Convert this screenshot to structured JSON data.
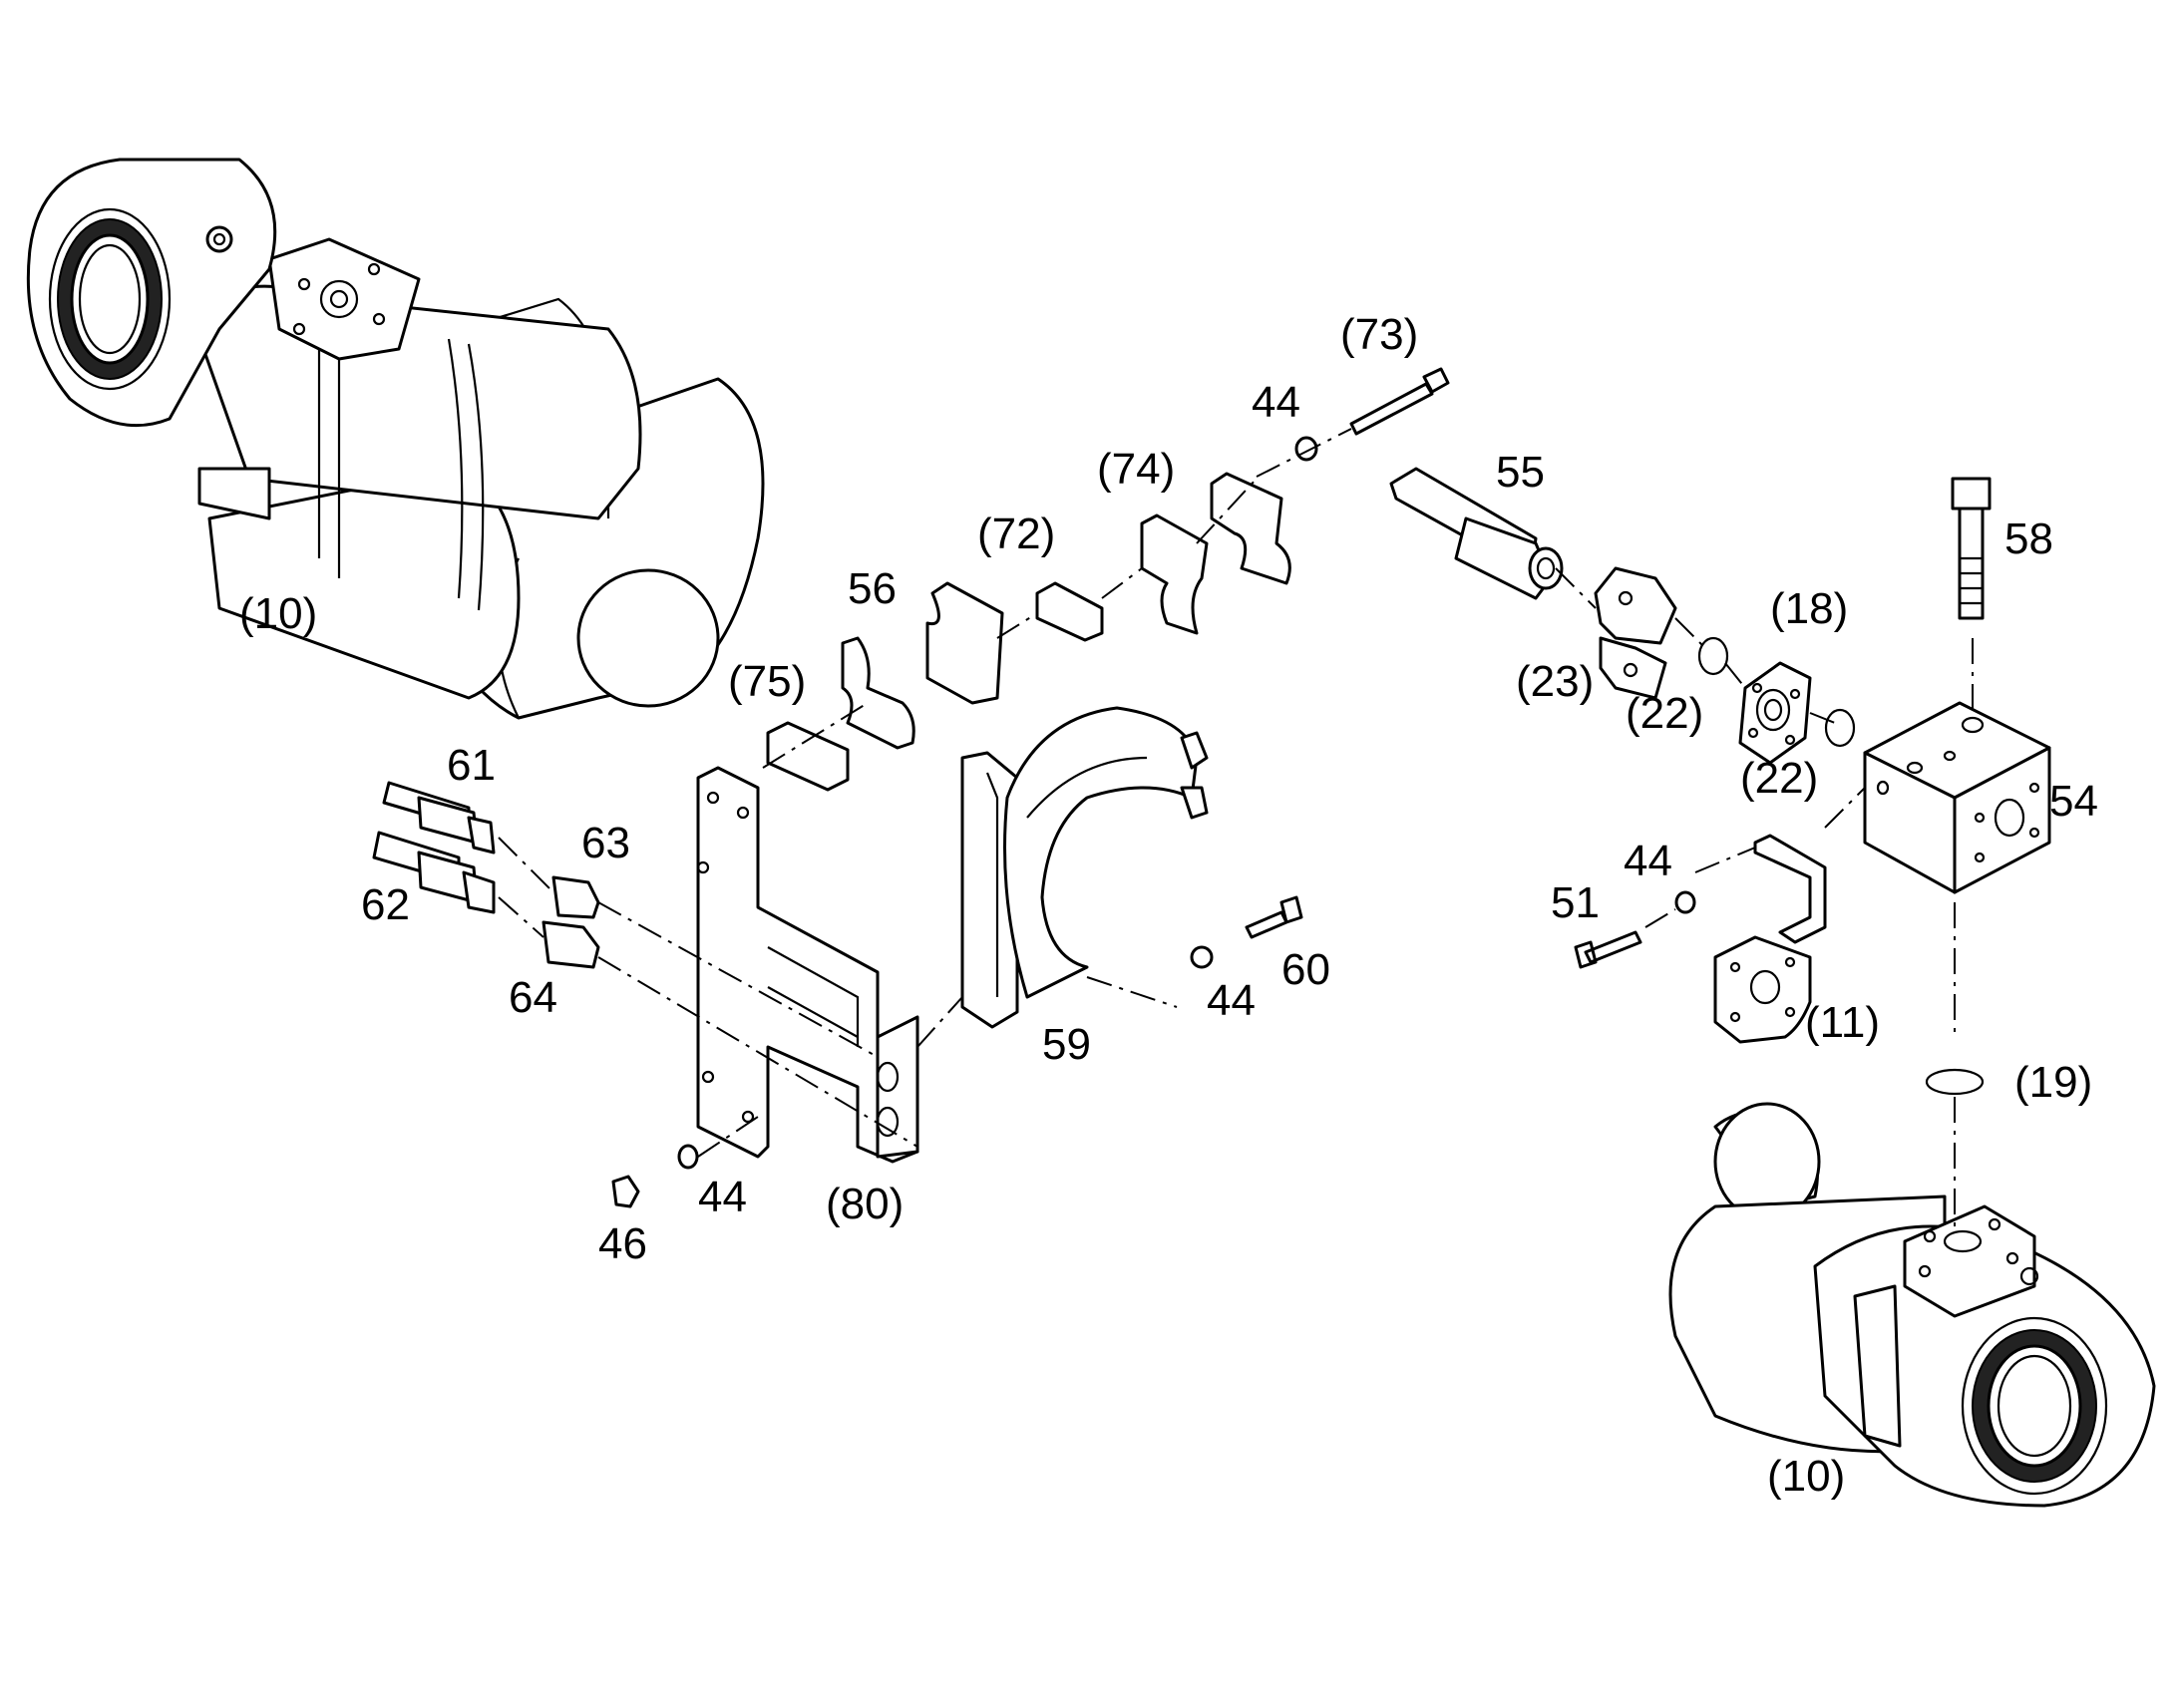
{
  "labels": {
    "l_10a": "(10)",
    "l_73": "(73)",
    "l_44a": "44",
    "l_74": "(74)",
    "l_55": "55",
    "l_72": "(72)",
    "l_58": "58",
    "l_56": "56",
    "l_18": "(18)",
    "l_75": "(75)",
    "l_23": "(23)",
    "l_22a": "(22)",
    "l_22b": "(22)",
    "l_61": "61",
    "l_54": "54",
    "l_63": "63",
    "l_44b": "44",
    "l_62": "62",
    "l_51": "51",
    "l_60": "60",
    "l_64": "64",
    "l_44c": "44",
    "l_11": "(11)",
    "l_59": "59",
    "l_19": "(19)",
    "l_44d": "44",
    "l_80": "(80)",
    "l_46": "46",
    "l_10b": "(10)"
  }
}
